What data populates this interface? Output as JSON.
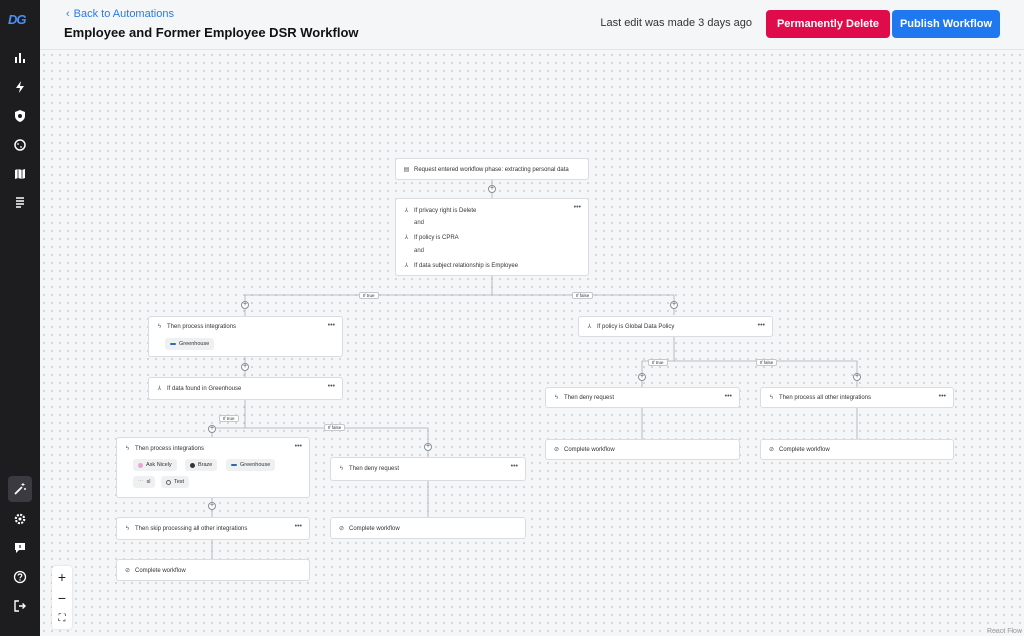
{
  "header": {
    "back_label": "Back to Automations",
    "title": "Employee and Former Employee DSR Workflow",
    "last_edit": "Last edit was made 3 days ago",
    "delete_label": "Permanently Delete",
    "publish_label": "Publish Workflow"
  },
  "sidebar": {
    "logo": "DG",
    "icons": [
      "bar-chart-icon",
      "lightning-icon",
      "shield-search-icon",
      "cookie-icon",
      "map-icon",
      "document-list-icon",
      "magic-wand-icon",
      "gear-icon",
      "chat-icon",
      "help-icon",
      "logout-icon"
    ]
  },
  "nodes": {
    "trigger": "Request entered workflow phase: extracting personal data",
    "cond1": "If privacy right is Delete",
    "and1": "and",
    "cond2": "If policy is CPRA",
    "and2": "and",
    "cond3": "If data subject relationship is Employee",
    "process_integrations_1": "Then process integrations",
    "greenhouse_chip_1": "Greenhouse",
    "if_data_found": "If data found in Greenhouse",
    "process_integrations_2": "Then process integrations",
    "chip_ask_nicely": "Ask Nicely",
    "chip_braze": "Braze",
    "chip_greenhouse": "Greenhouse",
    "chip_sl": "sl",
    "chip_test": "Test",
    "skip_processing": "Then skip processing all other integrations",
    "complete_1": "Complete workflow",
    "deny_request_1": "Then deny request",
    "complete_2": "Complete workflow",
    "if_global_policy": "If policy is Global Data Policy",
    "deny_request_2": "Then deny request",
    "complete_3": "Complete workflow",
    "process_all_other": "Then process all other integrations",
    "complete_4": "Complete workflow"
  },
  "edge_labels": {
    "true_1": "If true",
    "false_1": "If false",
    "true_2": "If true",
    "false_2": "If false",
    "true_3": "If true",
    "false_3": "If false"
  },
  "zoom": {
    "in": "+",
    "out": "−",
    "fit": "⛶"
  },
  "attribution": "React Flow",
  "colors": {
    "delete": "#e00b4a",
    "publish": "#1f78ef",
    "link": "#2b7be4",
    "sidebar": "#1d1d20"
  }
}
